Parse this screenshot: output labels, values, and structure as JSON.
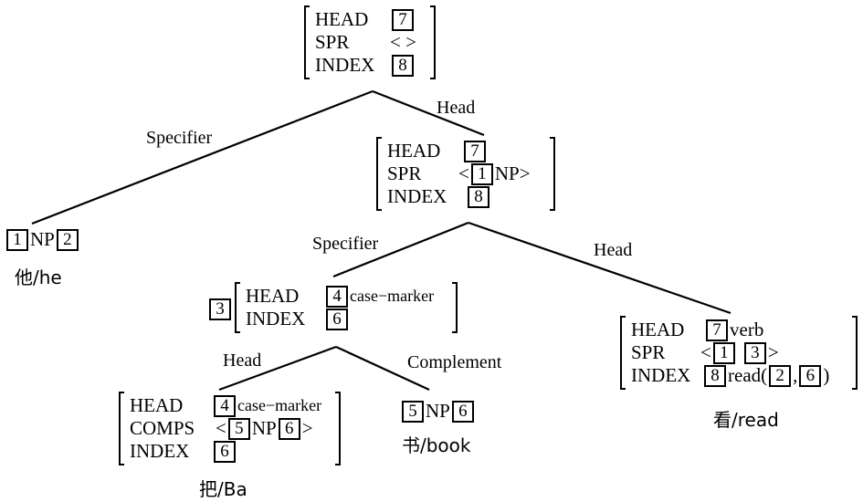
{
  "edge_labels": {
    "root_specifier": "Specifier",
    "root_head": "Head",
    "vp_specifier": "Specifier",
    "vp_head": "Head",
    "ba_head": "Head",
    "ba_complement": "Complement"
  },
  "root": {
    "head_attr": "HEAD",
    "head_tag": "7",
    "spr_attr": "SPR",
    "spr_val": "< >",
    "index_attr": "INDEX",
    "index_tag": "8"
  },
  "vp": {
    "head_attr": "HEAD",
    "head_tag": "7",
    "spr_attr": "SPR",
    "spr_open": "<",
    "spr_tag": "1",
    "spr_cat": "NP>",
    "index_attr": "INDEX",
    "index_tag": "8"
  },
  "subject": {
    "tag1": "1",
    "cat": "NP",
    "tag2": "2",
    "word": "他/he"
  },
  "ba_phrase": {
    "outer_tag": "3",
    "head_attr": "HEAD",
    "head_tag": "4",
    "head_val": "case−marker",
    "index_attr": "INDEX",
    "index_tag": "6"
  },
  "ba_word": {
    "head_attr": "HEAD",
    "head_tag": "4",
    "head_val": "case−marker",
    "comps_attr": "COMPS",
    "comps_open": "<",
    "comps_tag1": "5",
    "comps_cat": "NP",
    "comps_tag2": "6",
    "comps_close": ">",
    "index_attr": "INDEX",
    "index_tag": "6",
    "word": "把/Ba"
  },
  "object": {
    "tag1": "5",
    "cat": "NP",
    "tag2": "6",
    "word": "书/book"
  },
  "verb": {
    "head_attr": "HEAD",
    "head_tag": "7",
    "head_val": "verb",
    "spr_attr": "SPR",
    "spr_open": "<",
    "spr_tag1": "1",
    "spr_tag2": "3",
    "spr_close": ">",
    "index_attr": "INDEX",
    "index_tag": "8",
    "index_val": "read(",
    "index_arg1": "2",
    "index_sep": ",",
    "index_arg2": "6",
    "index_close": ")",
    "word": "看/read"
  }
}
